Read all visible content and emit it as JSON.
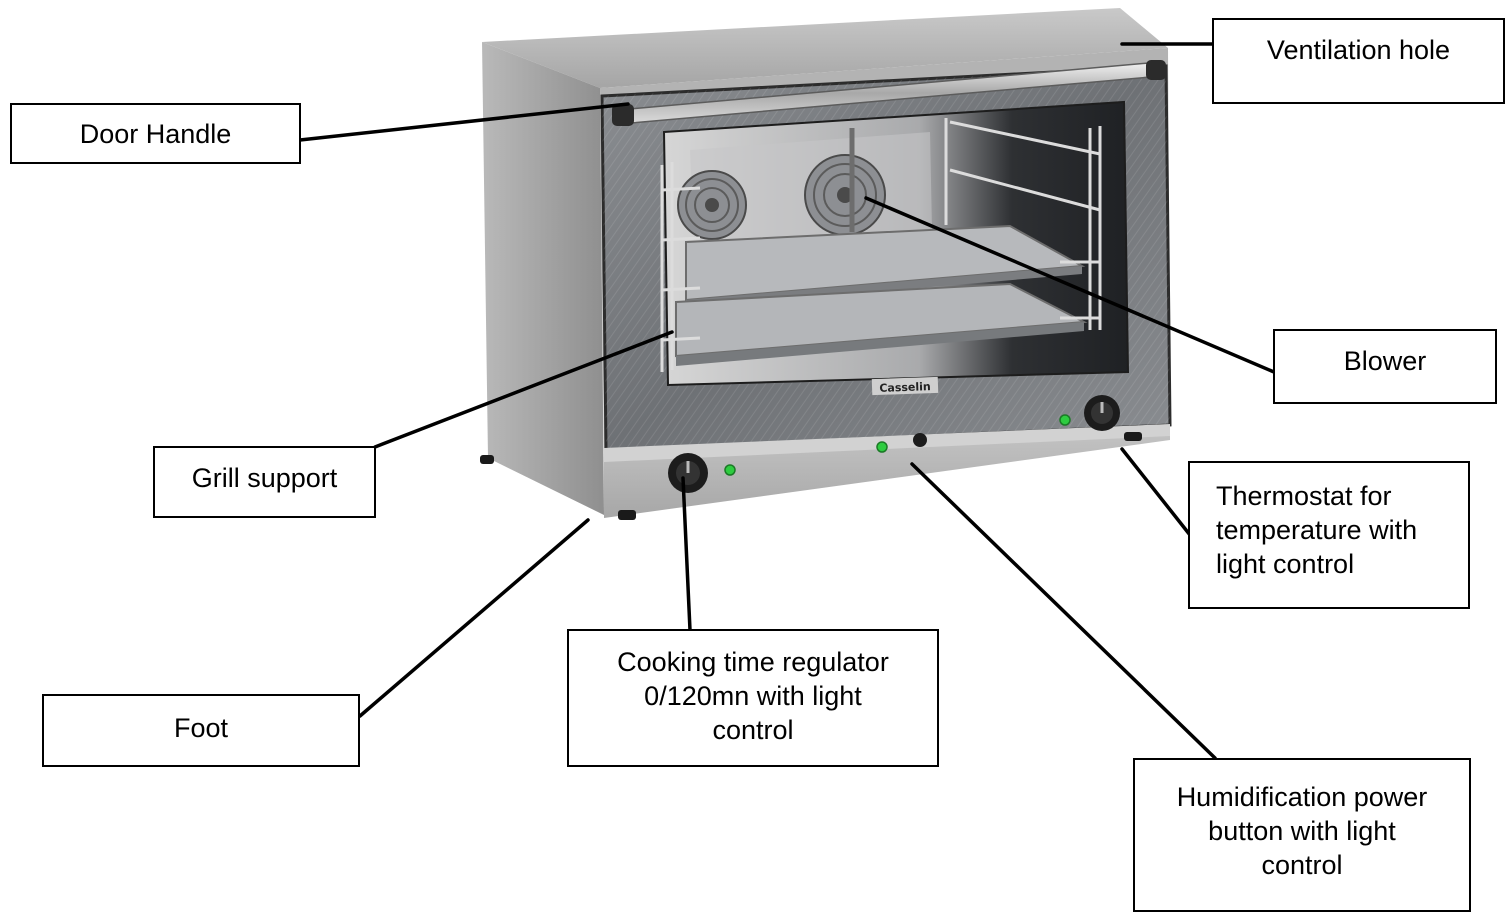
{
  "labels": {
    "door_handle": "Door Handle",
    "ventilation_hole": "Ventilation hole",
    "blower": "Blower",
    "grill_support": "Grill support",
    "thermostat": "Thermostat for\ntemperature with\nlight control",
    "foot": "Foot",
    "cooking_time": "Cooking time regulator\n0/120mn with light\ncontrol",
    "humidification": "Humidification power\nbutton with light\ncontrol"
  },
  "brand_text": "Casselin",
  "colors": {
    "body_steel": "#a3a3a3",
    "glass": "#6f7276",
    "cavity": "#3b3d40",
    "indicator_green": "#2ecc40",
    "leader_line": "#000000"
  }
}
